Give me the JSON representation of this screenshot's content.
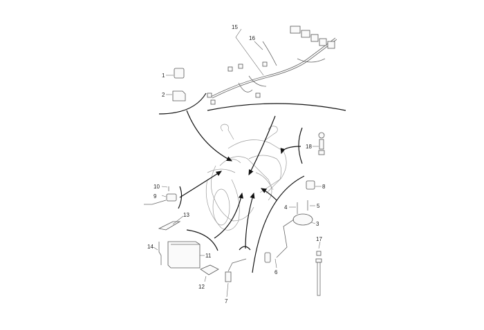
{
  "diagram": {
    "type": "exploded-parts-view",
    "subject": "scooter electrical system",
    "parts": [
      {
        "id": "1",
        "label": "1"
      },
      {
        "id": "2",
        "label": "2"
      },
      {
        "id": "3",
        "label": "3"
      },
      {
        "id": "4",
        "label": "4"
      },
      {
        "id": "5",
        "label": "5"
      },
      {
        "id": "6",
        "label": "6"
      },
      {
        "id": "7",
        "label": "7"
      },
      {
        "id": "8",
        "label": "8"
      },
      {
        "id": "9",
        "label": "9"
      },
      {
        "id": "10",
        "label": "10"
      },
      {
        "id": "11",
        "label": "11"
      },
      {
        "id": "12",
        "label": "12"
      },
      {
        "id": "13",
        "label": "13"
      },
      {
        "id": "14",
        "label": "14"
      },
      {
        "id": "15",
        "label": "15"
      },
      {
        "id": "16",
        "label": "16"
      },
      {
        "id": "17",
        "label": "17"
      },
      {
        "id": "18",
        "label": "18"
      }
    ],
    "colors": {
      "line": "#111111",
      "part_outline": "#666666",
      "scooter_outline": "#9a9a9a",
      "background": "#ffffff"
    }
  }
}
